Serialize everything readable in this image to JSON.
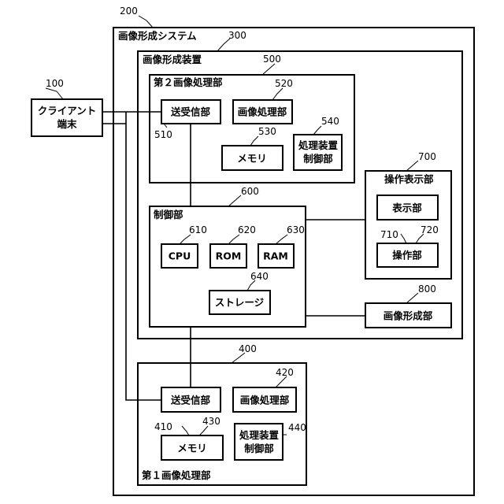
{
  "diagram": {
    "labels": {
      "system": "画像形成システム",
      "apparatus": "画像形成装置",
      "client": [
        "クライアント",
        "端末"
      ],
      "proc2": "第２画像処理部",
      "proc2_transceiver": "送受信部",
      "proc2_image_proc": "画像処理部",
      "proc2_memory": "メモリ",
      "proc2_controller": [
        "処理装置",
        "制御部"
      ],
      "control": "制御部",
      "cpu": "CPU",
      "rom": "ROM",
      "ram": "RAM",
      "storage": "ストレージ",
      "operation_display": "操作表示部",
      "display": "表示部",
      "operation": "操作部",
      "image_forming": "画像形成部",
      "proc1": "第１画像処理部",
      "proc1_transceiver": "送受信部",
      "proc1_image_proc": "画像処理部",
      "proc1_memory": "メモリ",
      "proc1_controller": [
        "処理装置",
        "制御部"
      ]
    },
    "refs": {
      "client": "100",
      "system": "200",
      "apparatus": "300",
      "proc1": "400",
      "proc1_transceiver": "410",
      "proc1_image_proc": "420",
      "proc1_memory": "430",
      "proc1_controller": "440",
      "proc2": "500",
      "proc2_transceiver": "510",
      "proc2_image_proc": "520",
      "proc2_memory": "530",
      "proc2_controller": "540",
      "control": "600",
      "cpu": "610",
      "rom": "620",
      "ram": "630",
      "storage": "640",
      "operation_display": "700",
      "display": "710",
      "operation": "720",
      "image_forming": "800"
    }
  }
}
